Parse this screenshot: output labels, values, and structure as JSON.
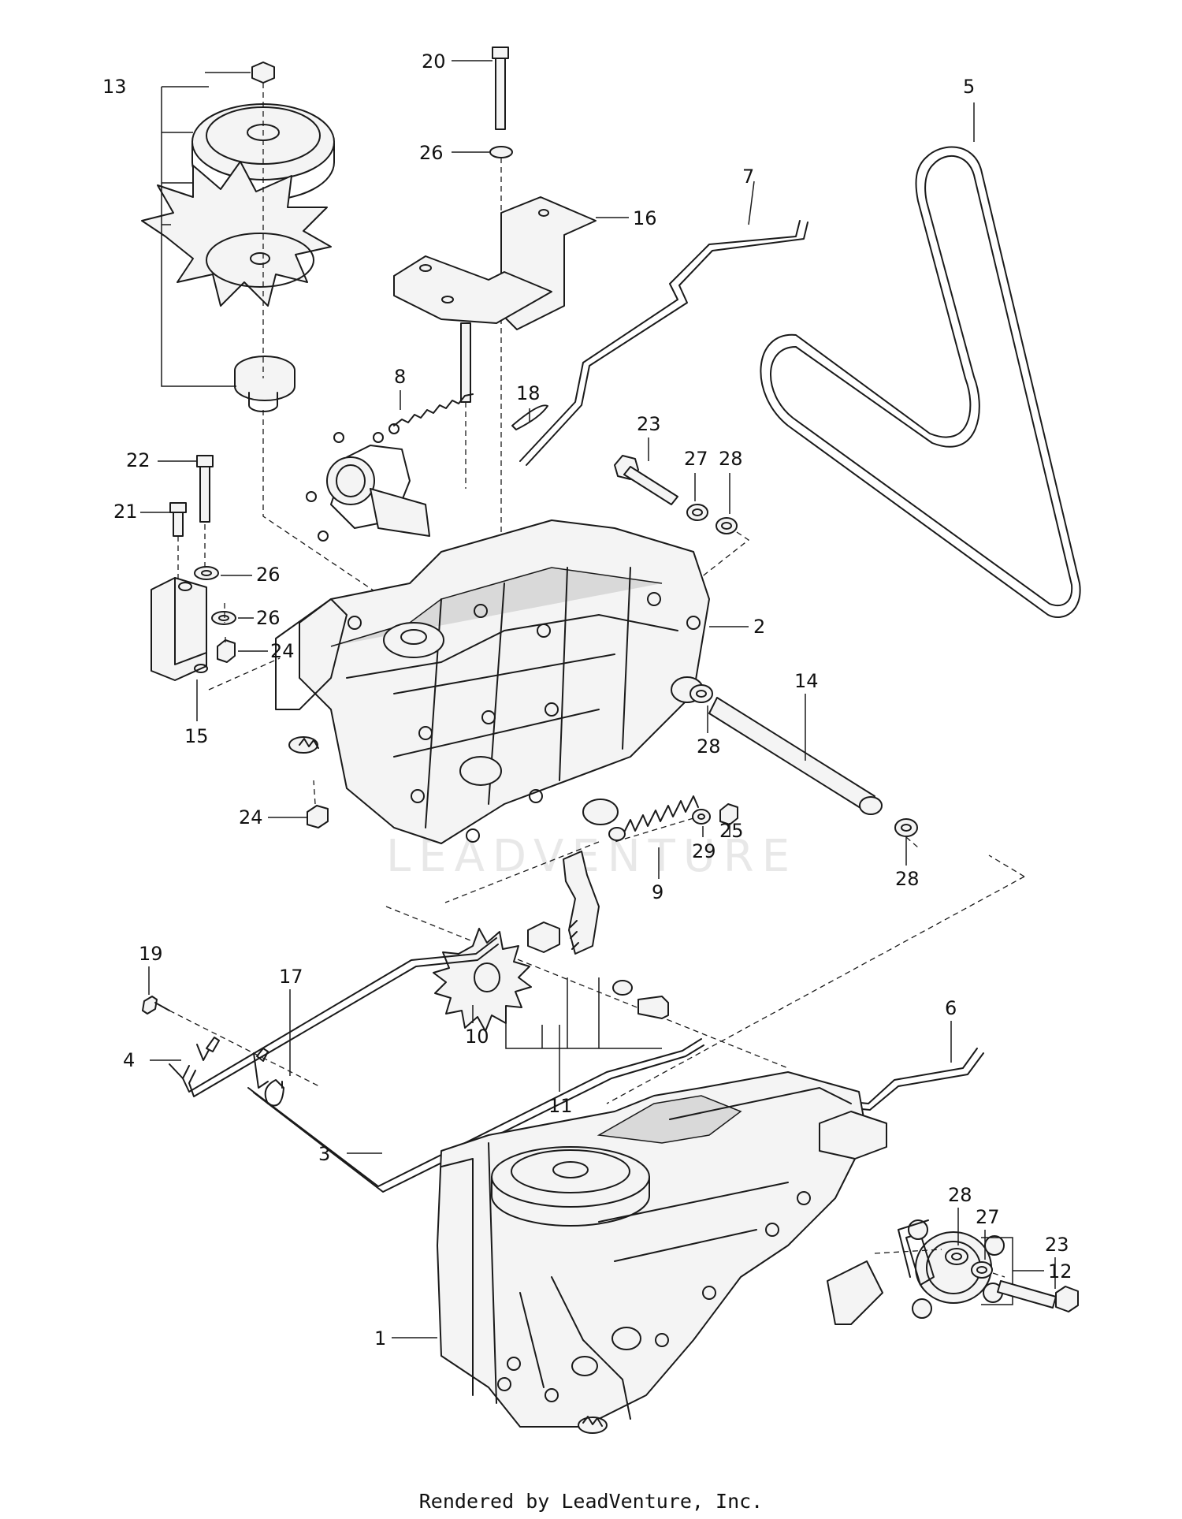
{
  "watermark": "LEADVENTURE",
  "footer": "Rendered by LeadVenture, Inc.",
  "callouts": [
    "1",
    "2",
    "3",
    "4",
    "5",
    "6",
    "7",
    "8",
    "9",
    "10",
    "11",
    "12",
    "13",
    "14",
    "15",
    "16",
    "17",
    "18",
    "19",
    "20",
    "21",
    "22",
    "23",
    "24",
    "25",
    "26",
    "27",
    "28",
    "29"
  ],
  "labels": {
    "n13": "13",
    "n20": "20",
    "n26a": "26",
    "n16": "16",
    "n7": "7",
    "n5": "5",
    "n8": "8",
    "n18": "18",
    "n23a": "23",
    "n27a": "27",
    "n28a": "28",
    "n22": "22",
    "n21": "21",
    "n26b": "26",
    "n26c": "26",
    "n24a": "24",
    "n15": "15",
    "n2": "2",
    "n14": "14",
    "n28b": "28",
    "n24b": "24",
    "n29": "29",
    "n25": "25",
    "n9": "9",
    "n28c": "28",
    "n19": "19",
    "n17": "17",
    "n10": "10",
    "n11": "11",
    "n4": "4",
    "n6": "6",
    "n3": "3",
    "n28d": "28",
    "n27b": "27",
    "n23b": "23",
    "n1": "1",
    "n12": "12"
  }
}
